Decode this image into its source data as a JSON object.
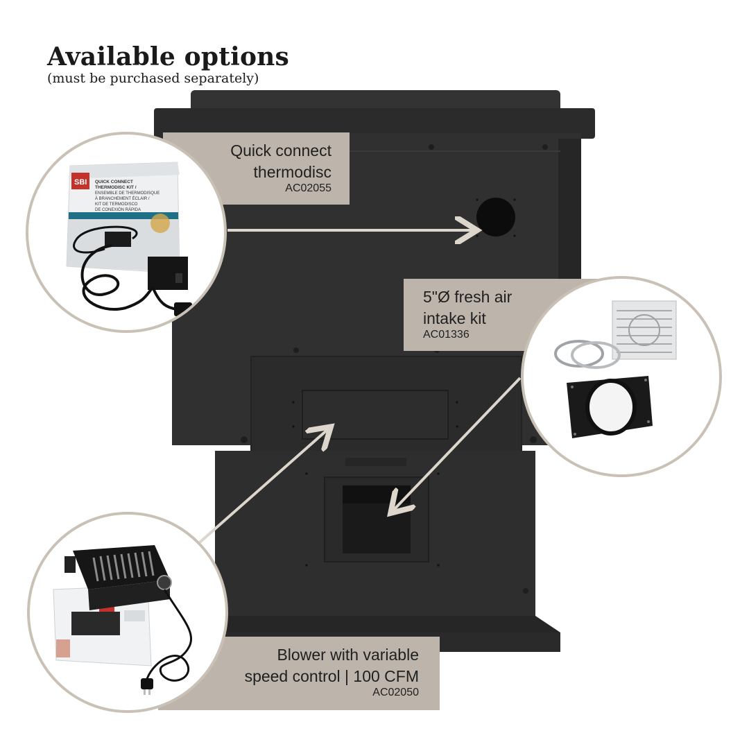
{
  "header": {
    "title": "Available options",
    "subtitle": "(must be purchased separately)"
  },
  "options": [
    {
      "name_line1": "Quick connect",
      "name_line2": "thermodisc",
      "code": "AC02055",
      "icon": "thermodisc-kit-icon"
    },
    {
      "name_line1": "5\"Ø fresh air",
      "name_line2": "intake kit",
      "code": "AC01336",
      "icon": "fresh-air-kit-icon"
    },
    {
      "name_line1": "Blower with variable",
      "name_line2": "speed control | 100 CFM",
      "code": "AC02050",
      "icon": "blower-icon"
    }
  ],
  "product_image": {
    "box_logo_text": "SBI",
    "box_label_text": "QUICK CONNECT THERMODISC KIT / ENSEMBLE DE THERMODISQUE À BRANCHEMENT ÉCLAIR / KIT DE TERMODISCO DE CONEXIÓN RÁPIDA"
  },
  "colors": {
    "stove": "#2f2f2f",
    "stove_dark": "#242424",
    "label_bg": "#bdb5ab",
    "circle_border": "#c9c1b6",
    "arrow": "#ddd6cc"
  }
}
